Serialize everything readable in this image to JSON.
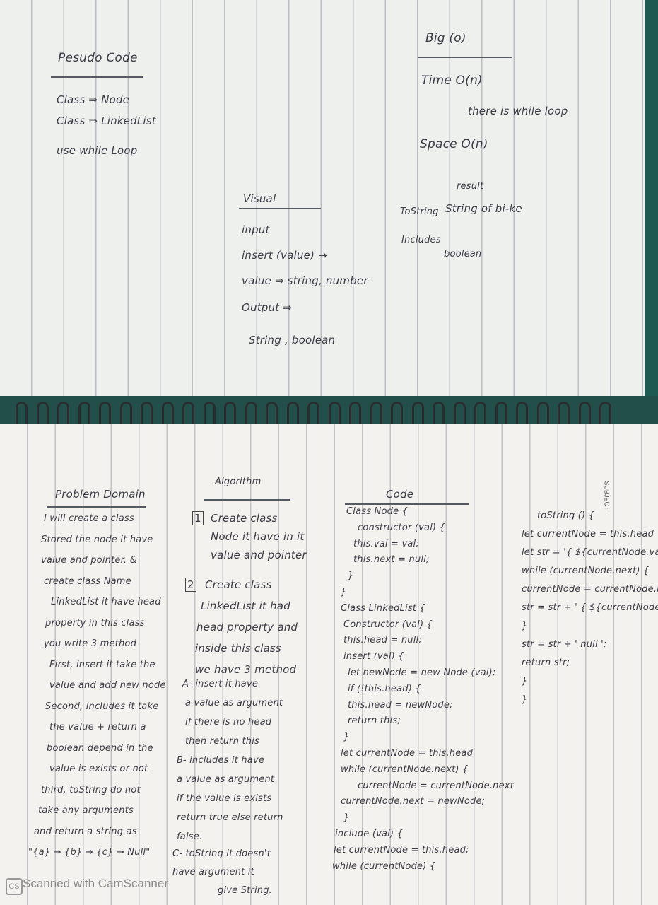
{
  "top_page": {
    "pseudo_code": {
      "title": "Pesudo Code",
      "lines": [
        "Class ⇒ Node",
        "Class ⇒ LinkedList",
        "use while Loop"
      ]
    },
    "big_o": {
      "title": "Big (o)",
      "time": "Time O(n)",
      "time_note": "there is    while loop",
      "space": "Space O(n)",
      "result": "result",
      "tostring": "ToString",
      "tostring_result": "String of bi-ke",
      "includes": "Includes",
      "includes_result": "boolean"
    },
    "visual": {
      "title": "Visual",
      "lines": [
        "input",
        "insert (value) →",
        "value ⇒ string, number",
        "Output ⇒",
        "String , boolean"
      ]
    }
  },
  "bottom_page": {
    "problem_domain": {
      "title": "Problem Domain",
      "lines": [
        "I will create a class",
        "Stored the node it have",
        "value and pointer. &",
        "create class Name",
        "LinkedList it have head",
        "property in this class",
        "you write 3 method",
        "First, insert it take the",
        "value and add new node",
        "Second, includes it take",
        "the value + return a",
        "boolean depend in the",
        "value is exists or not",
        "third, toString do not",
        "take any arguments",
        "and return a string as",
        "\"{a} → {b} → {c} → Null\""
      ]
    },
    "algorithm": {
      "title": "Algorithm",
      "step1_num": "1",
      "step1": [
        "Create class",
        "Node it have in it",
        "value and pointer"
      ],
      "step2_num": "2",
      "step2": [
        "Create class",
        "LinkedList it had",
        "head property and",
        "inside this class",
        "we have 3 method"
      ],
      "a_lines": [
        "A- insert it have",
        "a value as argument",
        "if there is no head",
        "then return this"
      ],
      "b_lines": [
        "B- includes it have",
        "a value as argument",
        "if the value is exists",
        "return true else return",
        "false."
      ],
      "c_lines": [
        "C- toString it doesn't",
        "have argument it",
        "give String."
      ]
    },
    "code": {
      "title": "Code",
      "lines": [
        "Class Node {",
        "constructor (val) {",
        "this.val = val;",
        "this.next = null;",
        "}",
        "}",
        "Class LinkedList {",
        "Constructor (val) {",
        "this.head = null;",
        "insert (val) {",
        "let newNode = new Node (val);",
        "if (!this.head) {",
        "this.head = newNode;",
        "return this;",
        "}",
        "let currentNode = this.head",
        "while (currentNode.next) {",
        "currentNode = currentNode.next",
        "currentNode.next = newNode;",
        "}",
        "include (val) {",
        "let currentNode = this.head;",
        "while (currentNode) {"
      ]
    },
    "tostring_code": {
      "lines": [
        "toString () {",
        "let currentNode = this.head",
        "let str = '{ ${currentNode.val} }';",
        "while (currentNode.next) {",
        "currentNode = currentNode.next",
        "str = str + ' { ${currentNode.val} }",
        "}",
        "str = str + ' null ';",
        "return str;",
        "}",
        "}"
      ]
    },
    "margin_label": "SUBJECT"
  },
  "watermark": "Scanned with CamScanner",
  "watermark_logo": "CS"
}
